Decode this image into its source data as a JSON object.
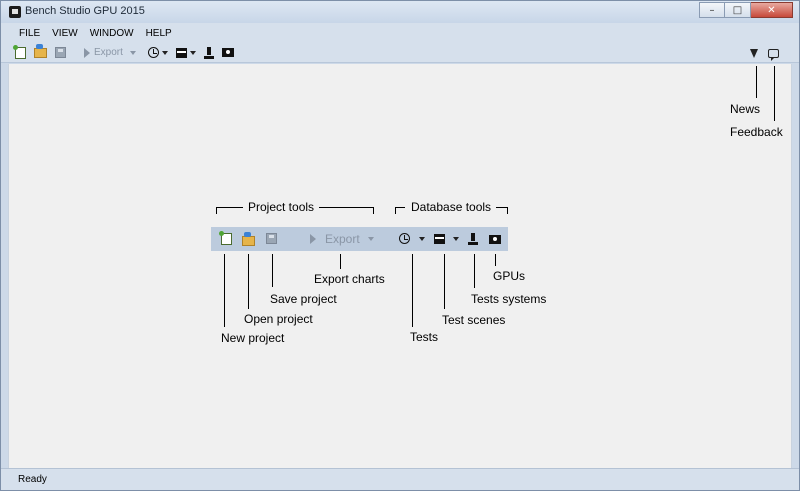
{
  "window": {
    "title": "Bench Studio GPU 2015",
    "controls": {
      "minimize": "–",
      "maximize": "□",
      "close": "✕"
    }
  },
  "menu": [
    "FILE",
    "VIEW",
    "WINDOW",
    "HELP"
  ],
  "toolbar": {
    "export_label": "Export",
    "icons": [
      "new-project-icon",
      "open-project-icon",
      "save-project-icon",
      "export-icon",
      "tests-icon",
      "test-scenes-icon",
      "tests-systems-icon",
      "gpus-icon"
    ],
    "right_icons": [
      "news-icon",
      "feedback-icon"
    ]
  },
  "illustration": {
    "group_project": "Project tools",
    "group_database": "Database tools",
    "export_label": "Export",
    "labels": {
      "export_charts": "Export charts",
      "save_project": "Save project",
      "open_project": "Open project",
      "new_project": "New project",
      "gpus": "GPUs",
      "tests_systems": "Tests systems",
      "test_scenes": "Test scenes",
      "tests": "Tests",
      "news": "News",
      "feedback": "Feedback"
    }
  },
  "status": {
    "text": "Ready"
  }
}
